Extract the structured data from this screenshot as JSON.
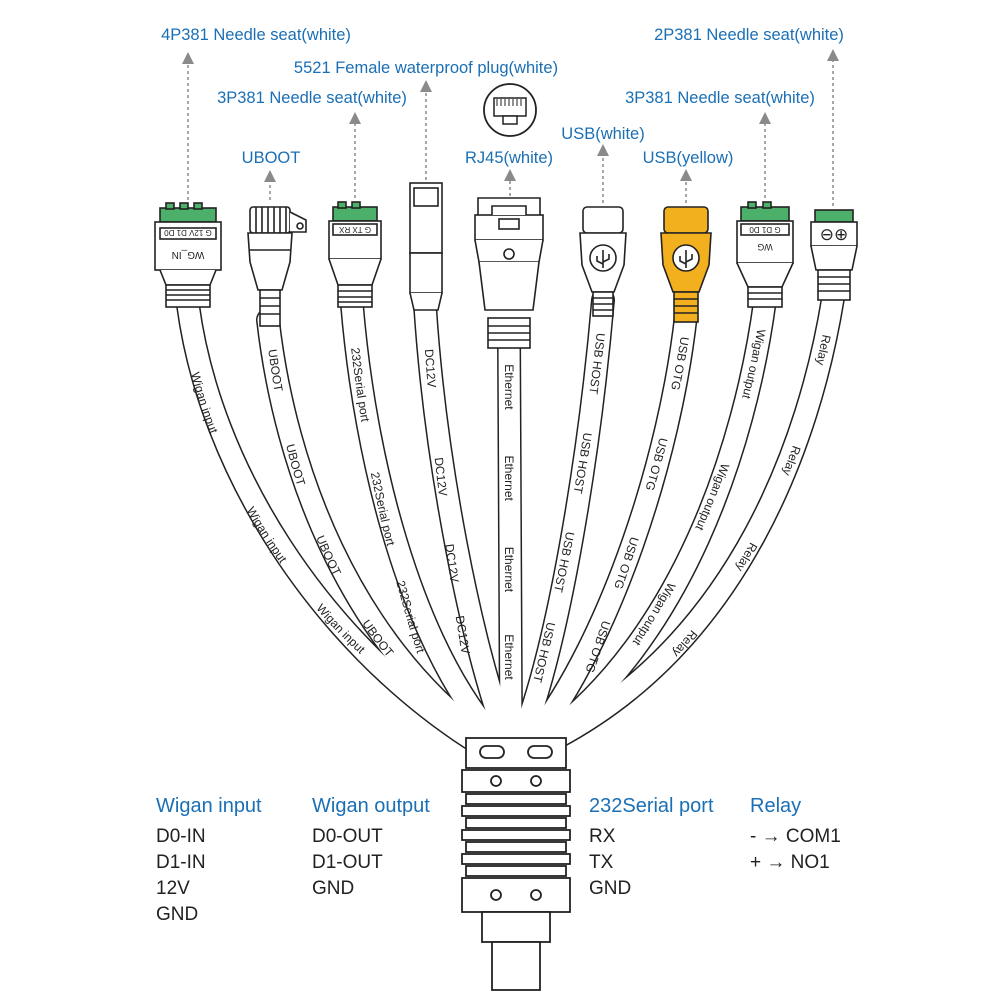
{
  "callouts": {
    "wiegand_in": "4P381 Needle seat(white)",
    "uboot": "UBOOT",
    "serial": "3P381 Needle seat(white)",
    "dc": "5521 Female waterproof plug(white)",
    "rj45": "RJ45(white)",
    "usb_host": "USB(white)",
    "usb_otg": "USB(yellow)",
    "wiegand_out": "3P381 Needle seat(white)",
    "relay": "2P381 Needle seat(white)"
  },
  "connectors": {
    "wiegand_in_pins": "G 12V D1 D0",
    "wiegand_in_tag": "WG_IN",
    "serial_pins": "G TX RX",
    "wiegand_out_pins": "G D1 D0",
    "wiegand_out_tag": "WG",
    "relay_pins": "⊖⊕"
  },
  "cables": {
    "wiegand_in": "Wigan input",
    "uboot": "UBOOT",
    "serial": "232Serial port",
    "dc": "DC12V",
    "ethernet": "Ethernet",
    "usb_host": "USB HOST",
    "usb_otg": "USB OTG",
    "wiegand_out": "Wigan output",
    "relay": "Relay"
  },
  "legend": {
    "wiegand_input": {
      "title": "Wigan input",
      "items": [
        "D0-IN",
        "D1-IN",
        "12V",
        "GND"
      ]
    },
    "wiegand_output": {
      "title": "Wigan output",
      "items": [
        "D0-OUT",
        "D1-OUT",
        "GND"
      ]
    },
    "serial": {
      "title": "232Serial port",
      "items": [
        "RX",
        "TX",
        "GND"
      ]
    },
    "relay": {
      "title": "Relay",
      "items": [
        "- → COM1",
        "+ → NO1"
      ]
    }
  },
  "colors": {
    "callout_text": "#1a6fb5",
    "arrow": "#8a8a8a",
    "terminal_green": "#4caf6a",
    "usb_yellow": "#f2b01e",
    "outline": "#222222"
  }
}
